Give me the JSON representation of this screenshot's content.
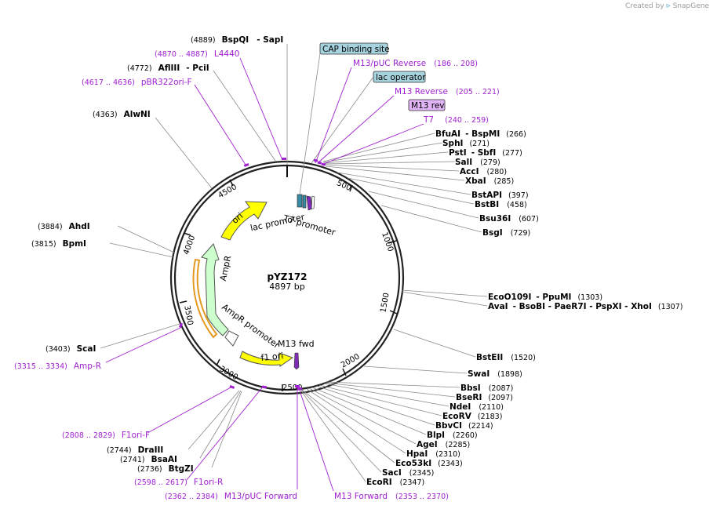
{
  "credit": {
    "prefix": "Created by",
    "brand": "SnapGene"
  },
  "plasmid": {
    "name": "pYZ172",
    "size_label": "4897 bp",
    "length": 4897
  },
  "ticks": [
    "500",
    "1000",
    "1500",
    "2000",
    "2500",
    "3000",
    "3500",
    "4000",
    "4500"
  ],
  "sites_right": [
    {
      "label": "BfuAI",
      "extra": "- BspMI",
      "pos": "(266)"
    },
    {
      "label": "SphI",
      "extra": "",
      "pos": "(271)"
    },
    {
      "label": "PstI",
      "extra": "- SbfI",
      "pos": "(277)"
    },
    {
      "label": "SalI",
      "extra": "",
      "pos": "(279)"
    },
    {
      "label": "AccI",
      "extra": "",
      "pos": "(280)"
    },
    {
      "label": "XbaI",
      "extra": "",
      "pos": "(285)"
    },
    {
      "label": "BstAPI",
      "extra": "",
      "pos": "(397)"
    },
    {
      "label": "BstBI",
      "extra": "",
      "pos": "(458)"
    },
    {
      "label": "Bsu36I",
      "extra": "",
      "pos": "(607)"
    },
    {
      "label": "BsgI",
      "extra": "",
      "pos": "(729)"
    },
    {
      "label": "EcoO109I",
      "extra": "- PpuMI",
      "pos": "(1303)"
    },
    {
      "label": "AvaI",
      "extra": "- BsoBI - PaeR7I - PspXI - XhoI",
      "pos": "(1307)"
    },
    {
      "label": "BstEII",
      "extra": "",
      "pos": "(1520)"
    },
    {
      "label": "SwaI",
      "extra": "",
      "pos": "(1898)"
    },
    {
      "label": "BbsI",
      "extra": "",
      "pos": "(2087)"
    },
    {
      "label": "BseRI",
      "extra": "",
      "pos": "(2097)"
    },
    {
      "label": "NdeI",
      "extra": "",
      "pos": "(2110)"
    },
    {
      "label": "EcoRV",
      "extra": "",
      "pos": "(2183)"
    },
    {
      "label": "BbvCI",
      "extra": "",
      "pos": "(2214)"
    },
    {
      "label": "BlpI",
      "extra": "",
      "pos": "(2260)"
    },
    {
      "label": "AgeI",
      "extra": "",
      "pos": "(2285)"
    },
    {
      "label": "HpaI",
      "extra": "",
      "pos": "(2310)"
    },
    {
      "label": "Eco53kI",
      "extra": "",
      "pos": "(2343)"
    },
    {
      "label": "SacI",
      "extra": "",
      "pos": "(2345)"
    },
    {
      "label": "EcoRI",
      "extra": "",
      "pos": "(2347)"
    }
  ],
  "sites_left": [
    {
      "label": "BspQI",
      "extra": "- SapI",
      "pos": "(4889)"
    },
    {
      "label": "AflIII",
      "extra": "- PciI",
      "pos": "(4772)"
    },
    {
      "label": "AlwNI",
      "extra": "",
      "pos": "(4363)"
    },
    {
      "label": "AhdI",
      "extra": "",
      "pos": "(3884)"
    },
    {
      "label": "BpmI",
      "extra": "",
      "pos": "(3815)"
    },
    {
      "label": "ScaI",
      "extra": "",
      "pos": "(3403)"
    },
    {
      "label": "DraIII",
      "extra": "",
      "pos": "(2744)"
    },
    {
      "label": "BsaAI",
      "extra": "",
      "pos": "(2741)"
    },
    {
      "label": "BtgZI",
      "extra": "",
      "pos": "(2736)"
    }
  ],
  "primers": [
    {
      "label": "L4440",
      "pos": "(4870 .. 4887)"
    },
    {
      "label": "pBR322ori-F",
      "pos": "(4617 .. 4636)"
    },
    {
      "label": "M13/pUC Reverse",
      "pos": "(186 .. 208)"
    },
    {
      "label": "M13 Reverse",
      "pos": "(205 .. 221)"
    },
    {
      "label": "T7",
      "pos": "(240 .. 259)"
    },
    {
      "label": "Amp-R",
      "pos": "(3315 .. 3334)"
    },
    {
      "label": "F1ori-F",
      "pos": "(2808 .. 2829)"
    },
    {
      "label": "F1ori-R",
      "pos": "(2598 .. 2617)"
    },
    {
      "label": "M13/pUC Forward",
      "pos": "(2362 .. 2384)"
    },
    {
      "label": "M13 Forward",
      "pos": "(2353 .. 2370)"
    }
  ],
  "boxed_features": [
    "CAP binding site",
    "lac operator",
    "M13 rev"
  ],
  "inner_features": [
    "lac promoter",
    "T7 promoter",
    "ori",
    "AmpR",
    "AmpR promoter",
    "f1 ori",
    "M13 fwd"
  ],
  "colors": {
    "ori": "#ffff00",
    "ampr": "#ccffcc",
    "f1ori": "#ffff00",
    "promoter": "#ffffff",
    "primer": "#a01fd0",
    "cap_box": "#a7d3df",
    "m13rev_box": "#e0b3f5",
    "ampr_outline": "#e59a1f"
  }
}
